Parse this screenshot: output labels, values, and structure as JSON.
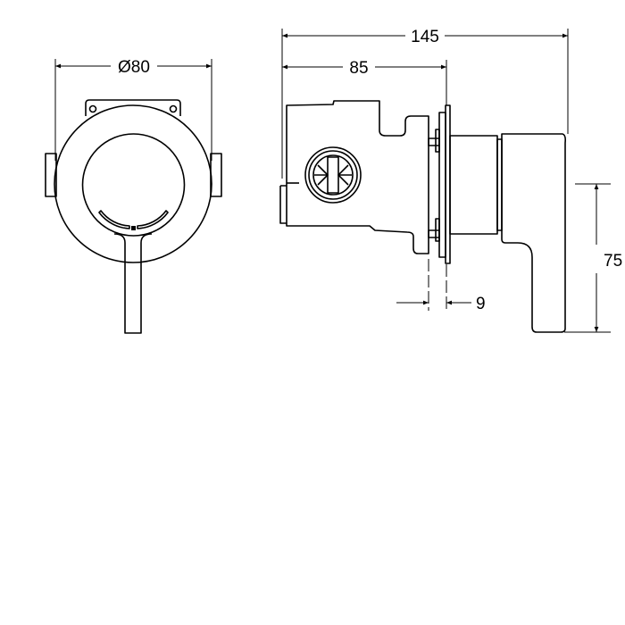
{
  "drawing": {
    "front_view": {
      "diameter_label": "Ø80"
    },
    "side_view": {
      "overall_depth_label": "145",
      "body_depth_label": "85",
      "plate_thickness_label": "9",
      "handle_height_label": "75"
    }
  }
}
